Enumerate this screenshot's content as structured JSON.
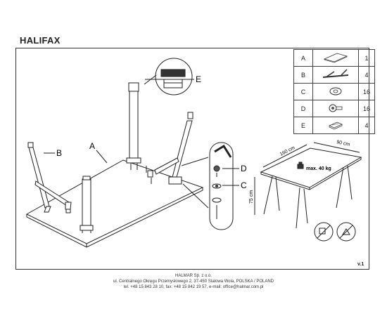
{
  "title": "HALIFAX",
  "version": "v.1",
  "parts": [
    {
      "letter": "A",
      "qty": "1",
      "icon": "tabletop-icon"
    },
    {
      "letter": "B",
      "qty": "4",
      "icon": "leg-icon"
    },
    {
      "letter": "C",
      "qty": "16",
      "icon": "washer-icon"
    },
    {
      "letter": "D",
      "qty": "16",
      "icon": "bolt-icon"
    },
    {
      "letter": "E",
      "qty": "4",
      "icon": "bracket-icon"
    }
  ],
  "callouts": {
    "a": "A",
    "b": "B",
    "c": "C",
    "d": "D",
    "e": "E"
  },
  "dimensions": {
    "length": "160 cm",
    "width": "90 cm",
    "height": "75 cm",
    "max_load": "max. 40 kg"
  },
  "footer": {
    "company": "HALMAR Sp. z o.o.",
    "address": "ul. Centralnego Okręgu Przemysłowego 2, 37-450 Stalowa Wola, POLSKA / POLAND",
    "contact": "tel. +48 15 843 28 10, fax: +48 15 842 19 57, e-mail: office@halmar.com.pl"
  }
}
